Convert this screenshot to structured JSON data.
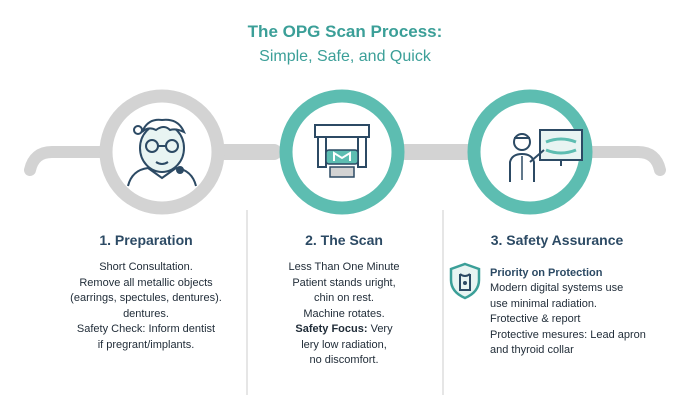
{
  "header": {
    "title": "The OPG Scan Process:",
    "subtitle": "Simple, Safe, and Quick"
  },
  "colors": {
    "teal": "#5dbdb1",
    "gray": "#d3d3d3",
    "navy": "#2c4a64"
  },
  "icons": [
    "patient-icon",
    "opg-machine-icon",
    "dentist-monitor-icon",
    "shield-icon"
  ],
  "steps": [
    {
      "title": "1. Preparation",
      "lines": [
        "Short Consultation.",
        "Remove all metallic objects",
        "(earrings, spectules, dentures).",
        "dentures.",
        "Safety Check:  Inform dentist",
        "if pregrant/implants."
      ]
    },
    {
      "title": "2. The Scan",
      "lines": [
        "Less Than One Minute",
        "Patient stands uright,",
        "chin on rest.",
        "Machine rotates."
      ],
      "focus_label": "Safety Focus:",
      "focus_lines": [
        " Very",
        "lery low radiation,",
        "no discomfort."
      ]
    },
    {
      "title": "3. Safety Assurance",
      "priority_title": "Priority on Protection",
      "lines": [
        "Modern digital systems use",
        "use minimal radiation.",
        "Frotective &  report",
        "Protective mesures: Lead apron",
        "and thyroid collar"
      ]
    }
  ]
}
